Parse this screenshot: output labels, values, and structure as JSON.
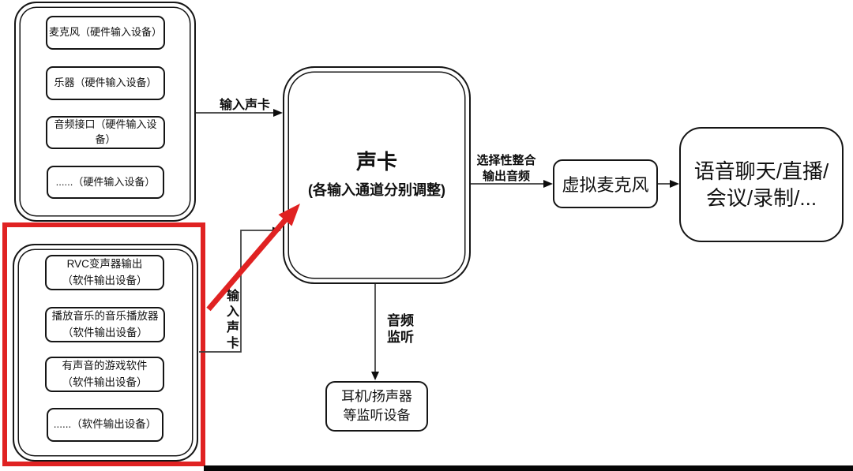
{
  "diagram": {
    "hardware_group": {
      "items": [
        "麦克风（硬件输入设备）",
        "乐器（硬件输入设备）",
        "音频接口（硬件输入设备）",
        "......（硬件输入设备）"
      ]
    },
    "software_group": {
      "items": [
        "RVC变声器输出\n（软件输出设备）",
        "播放音乐的音乐播放器\n（软件输出设备）",
        "有声音的游戏软件\n（软件输出设备）",
        "......（软件输出设备）"
      ]
    },
    "sound_card": {
      "title": "声卡",
      "subtitle": "(各输入通道分别调整)"
    },
    "virtual_mic": {
      "label": "虚拟麦克风"
    },
    "usage_box": {
      "label": "语音聊天/直播/\n会议/录制/..."
    },
    "monitor_box": {
      "label": "耳机/扬声器\n等监听设备"
    },
    "edge_labels": {
      "hardware_to_card": "输入声卡",
      "software_to_card": "输入声卡",
      "card_to_mic": "选择性整合\n输出音频",
      "card_to_monitor": "音频\n监听"
    },
    "colors": {
      "highlight_red": "#e02222",
      "stroke": "#151515"
    }
  }
}
